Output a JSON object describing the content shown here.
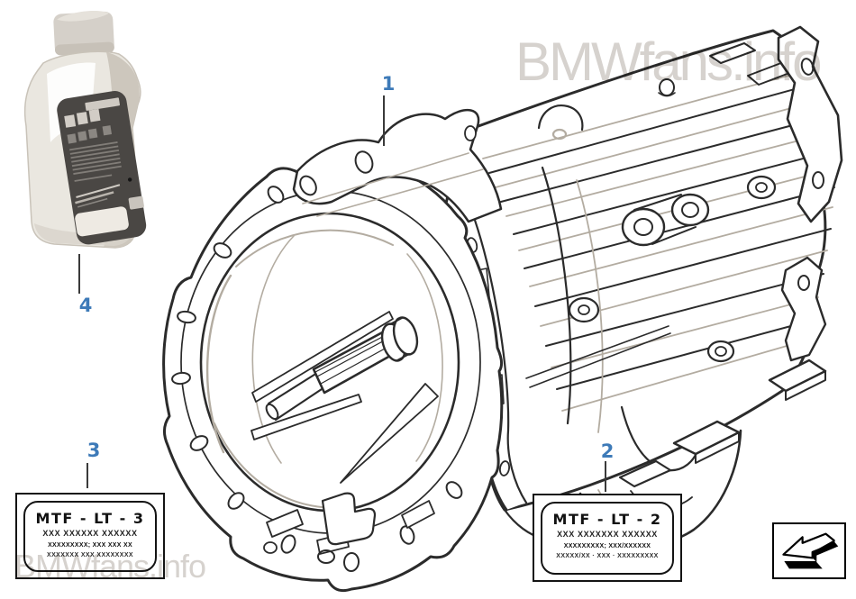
{
  "watermarks": {
    "top_text": "BMWfans.info",
    "bottom_text": "BMWfans.info"
  },
  "callouts": [
    {
      "label": "1"
    },
    {
      "label": "2"
    },
    {
      "label": "3"
    },
    {
      "label": "4"
    }
  ],
  "part_labels": {
    "left": {
      "title": "MTF - LT - 3",
      "line2": "XXX XXXXXX XXXXXX",
      "line3": "XXXXXXXXX; XXX XXX XX",
      "line4": "XXXXXXX XXX XXXXXXXX"
    },
    "right": {
      "title": "MTF - LT - 2",
      "line2": "XXX XXXXXXX XXXXXX",
      "line3": "XXXXXXXXX; XXX/XXXXXX",
      "line4": "XXXXX/XX · XXX · XXXXXXXXX"
    }
  },
  "icons": {
    "direction_arrow": "direction-arrow-icon"
  },
  "colors": {
    "callout_blue": "#3d7ab8",
    "watermark_gray": "#d6d2ce",
    "line_dark": "#2b2b2b",
    "line_shade": "#b3aca1",
    "bottle_body": "#eae7e0",
    "bottle_shadow": "#cdc7bd",
    "bottle_label": "#4a4744"
  }
}
